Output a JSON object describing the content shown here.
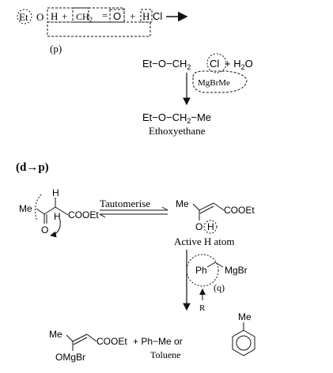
{
  "eq1": {
    "et": "Et",
    "o": "O",
    "h": "H",
    "plus1": "+",
    "ch2": "CH",
    "sub2": "2",
    "eq": "=",
    "o2": "O",
    "plus2": "+",
    "h2": "H",
    "cl": "Cl",
    "label_p": "(p)"
  },
  "eq2": {
    "reactant": "Et−O−CH",
    "sub2": "2",
    "cl": "Cl",
    "water": "+ H",
    "water_sub": "2",
    "water_o": "O",
    "grignard": "MgBrMe",
    "product": "Et−O−CH",
    "product_sub": "2",
    "product_tail": "−Me",
    "product_name": "Ethoxyethane"
  },
  "section_label": "(d→p)",
  "eq3": {
    "me": "Me",
    "h": "H",
    "cooet": "COOEt",
    "o": "O",
    "h_alpha": "H",
    "arrow_label": "Tautomerise",
    "me2": "Me",
    "cooet2": "COOEt",
    "o2": "O",
    "h_active": "H",
    "active_label": "Active H atom",
    "ph": "Ph",
    "mgbr": "MgBr",
    "label_q": "(q)",
    "r": "R",
    "toluene_me": "Me",
    "me3": "Me",
    "cooet3": "COOEt",
    "omgbr": "OMgBr",
    "plus": "+ Ph−Me or",
    "toluene": "Toluene"
  }
}
